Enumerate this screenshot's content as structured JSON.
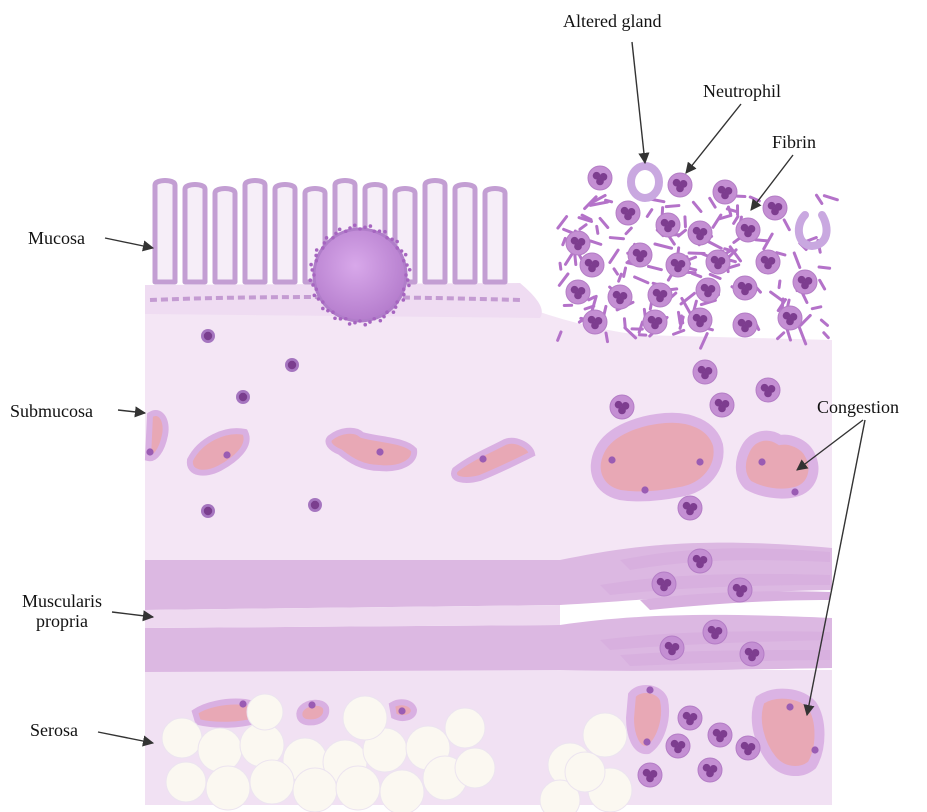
{
  "labels": {
    "mucosa": "Mucosa",
    "submucosa": "Submucosa",
    "muscularis": "Muscularis propria",
    "serosa": "Serosa",
    "altered_gland": "Altered gland",
    "neutrophil": "Neutrophil",
    "fibrin": "Fibrin",
    "congestion": "Congestion"
  },
  "colors": {
    "mucosa_fill": "#f0e3f3",
    "gland_wall": "#c7a0d3",
    "submucosa_fill": "#f4e6f5",
    "muscle_fill": "#dcb8e2",
    "vessel_fill": "#eaa7b5",
    "vessel_rim": "#d8a8e0",
    "neutrophil_cell": "#c48fd3",
    "neutrophil_nucleus": "#7d3d8f",
    "fibrin": "#b472c9",
    "fat_cell": "#fbf8f1",
    "leader_line": "#333333"
  }
}
